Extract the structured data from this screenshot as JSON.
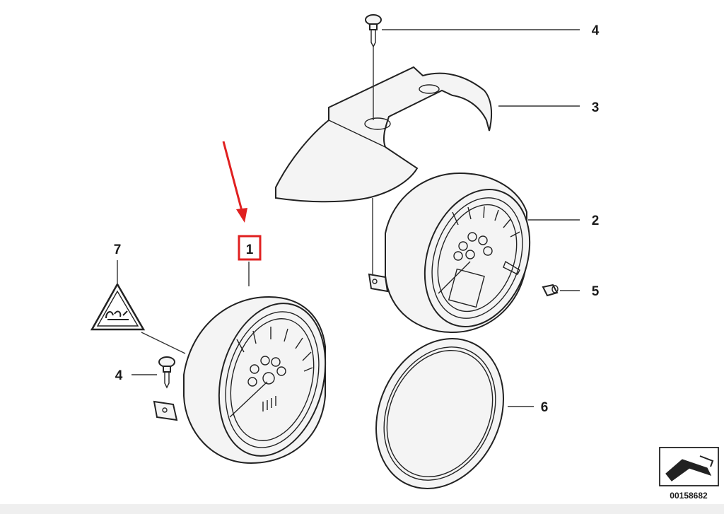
{
  "callouts": {
    "c1": "1",
    "c2": "2",
    "c3": "3",
    "c4_top": "4",
    "c4_left": "4",
    "c5": "5",
    "c6": "6",
    "c7": "7"
  },
  "reference_code": "00158682",
  "colors": {
    "highlight": "#e02020",
    "linework": "#222222",
    "part_fill": "#f4f4f4"
  }
}
